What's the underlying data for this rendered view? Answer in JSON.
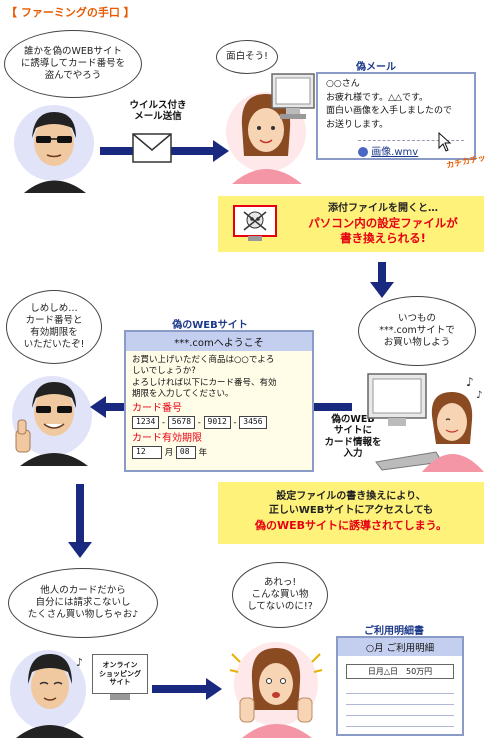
{
  "title": "【 ファーミングの手口 】",
  "step1": {
    "criminal_speech": [
      "誰かを偽のWEBサイト",
      "に誘導してカード番号を",
      "盗んでやろう"
    ],
    "arrow_label": [
      "ウイルス付き",
      "メール送信"
    ],
    "victim_speech": "面白そう!",
    "email_title": "偽メール",
    "email_body": [
      "○○さん",
      "お疲れ様です。△△です。",
      "面白い画像を入手しましたので",
      "お送りします。"
    ],
    "attachment": "画像.wmv",
    "click_sound": "カチカチッ"
  },
  "step2": {
    "lines": [
      "添付ファイルを開くと…",
      "パソコン内の設定ファイルが",
      "書き換えられる!"
    ]
  },
  "step3": {
    "criminal_speech": [
      "しめしめ…",
      "カード番号と",
      "有効期限を",
      "いただいたぞ!"
    ],
    "fake_site_title": "偽のWEBサイト",
    "site_header": "***.comへようこそ",
    "site_text": [
      "お買い上げいただく商品は○○でよろ",
      "しいでしょうか?",
      "よろしければ以下にカード番号、有効",
      "期限を入力してください。"
    ],
    "card_label": "カード番号",
    "card_numbers": [
      "1234",
      "5678",
      "9012",
      "3456"
    ],
    "card_dash": "-",
    "expiry_label": "カード有効期限",
    "expiry_month": "12",
    "month_unit": "月",
    "expiry_year": "08",
    "year_unit": "年",
    "victim_speech": [
      "いつもの",
      "***.comサイトで",
      "お買い物しよう"
    ],
    "arrow_label": [
      "偽のWEB",
      "サイトに",
      "カード情報を",
      "入力"
    ]
  },
  "step4": {
    "lines": [
      "設定ファイルの書き換えにより、",
      "正しいWEBサイトにアクセスしても",
      "偽のWEBサイトに誘導されてしまう。"
    ]
  },
  "step5": {
    "criminal_speech": [
      "他人のカードだから",
      "自分には請求こないし",
      "たくさん買い物しちゃお♪"
    ],
    "shop_label": [
      "オンライン",
      "ショッピング",
      "サイト"
    ],
    "victim_speech": [
      "あれっ!",
      "こんな買い物",
      "してないのに!?"
    ],
    "statement_title": "ご利用明細書",
    "statement_header": "○月 ご利用明細",
    "statement_row": "日月△日　50万円"
  },
  "colors": {
    "arrow": "#1a2980",
    "highlight": "#fff27a",
    "alert": "#e60012",
    "title": "#e85a00"
  }
}
